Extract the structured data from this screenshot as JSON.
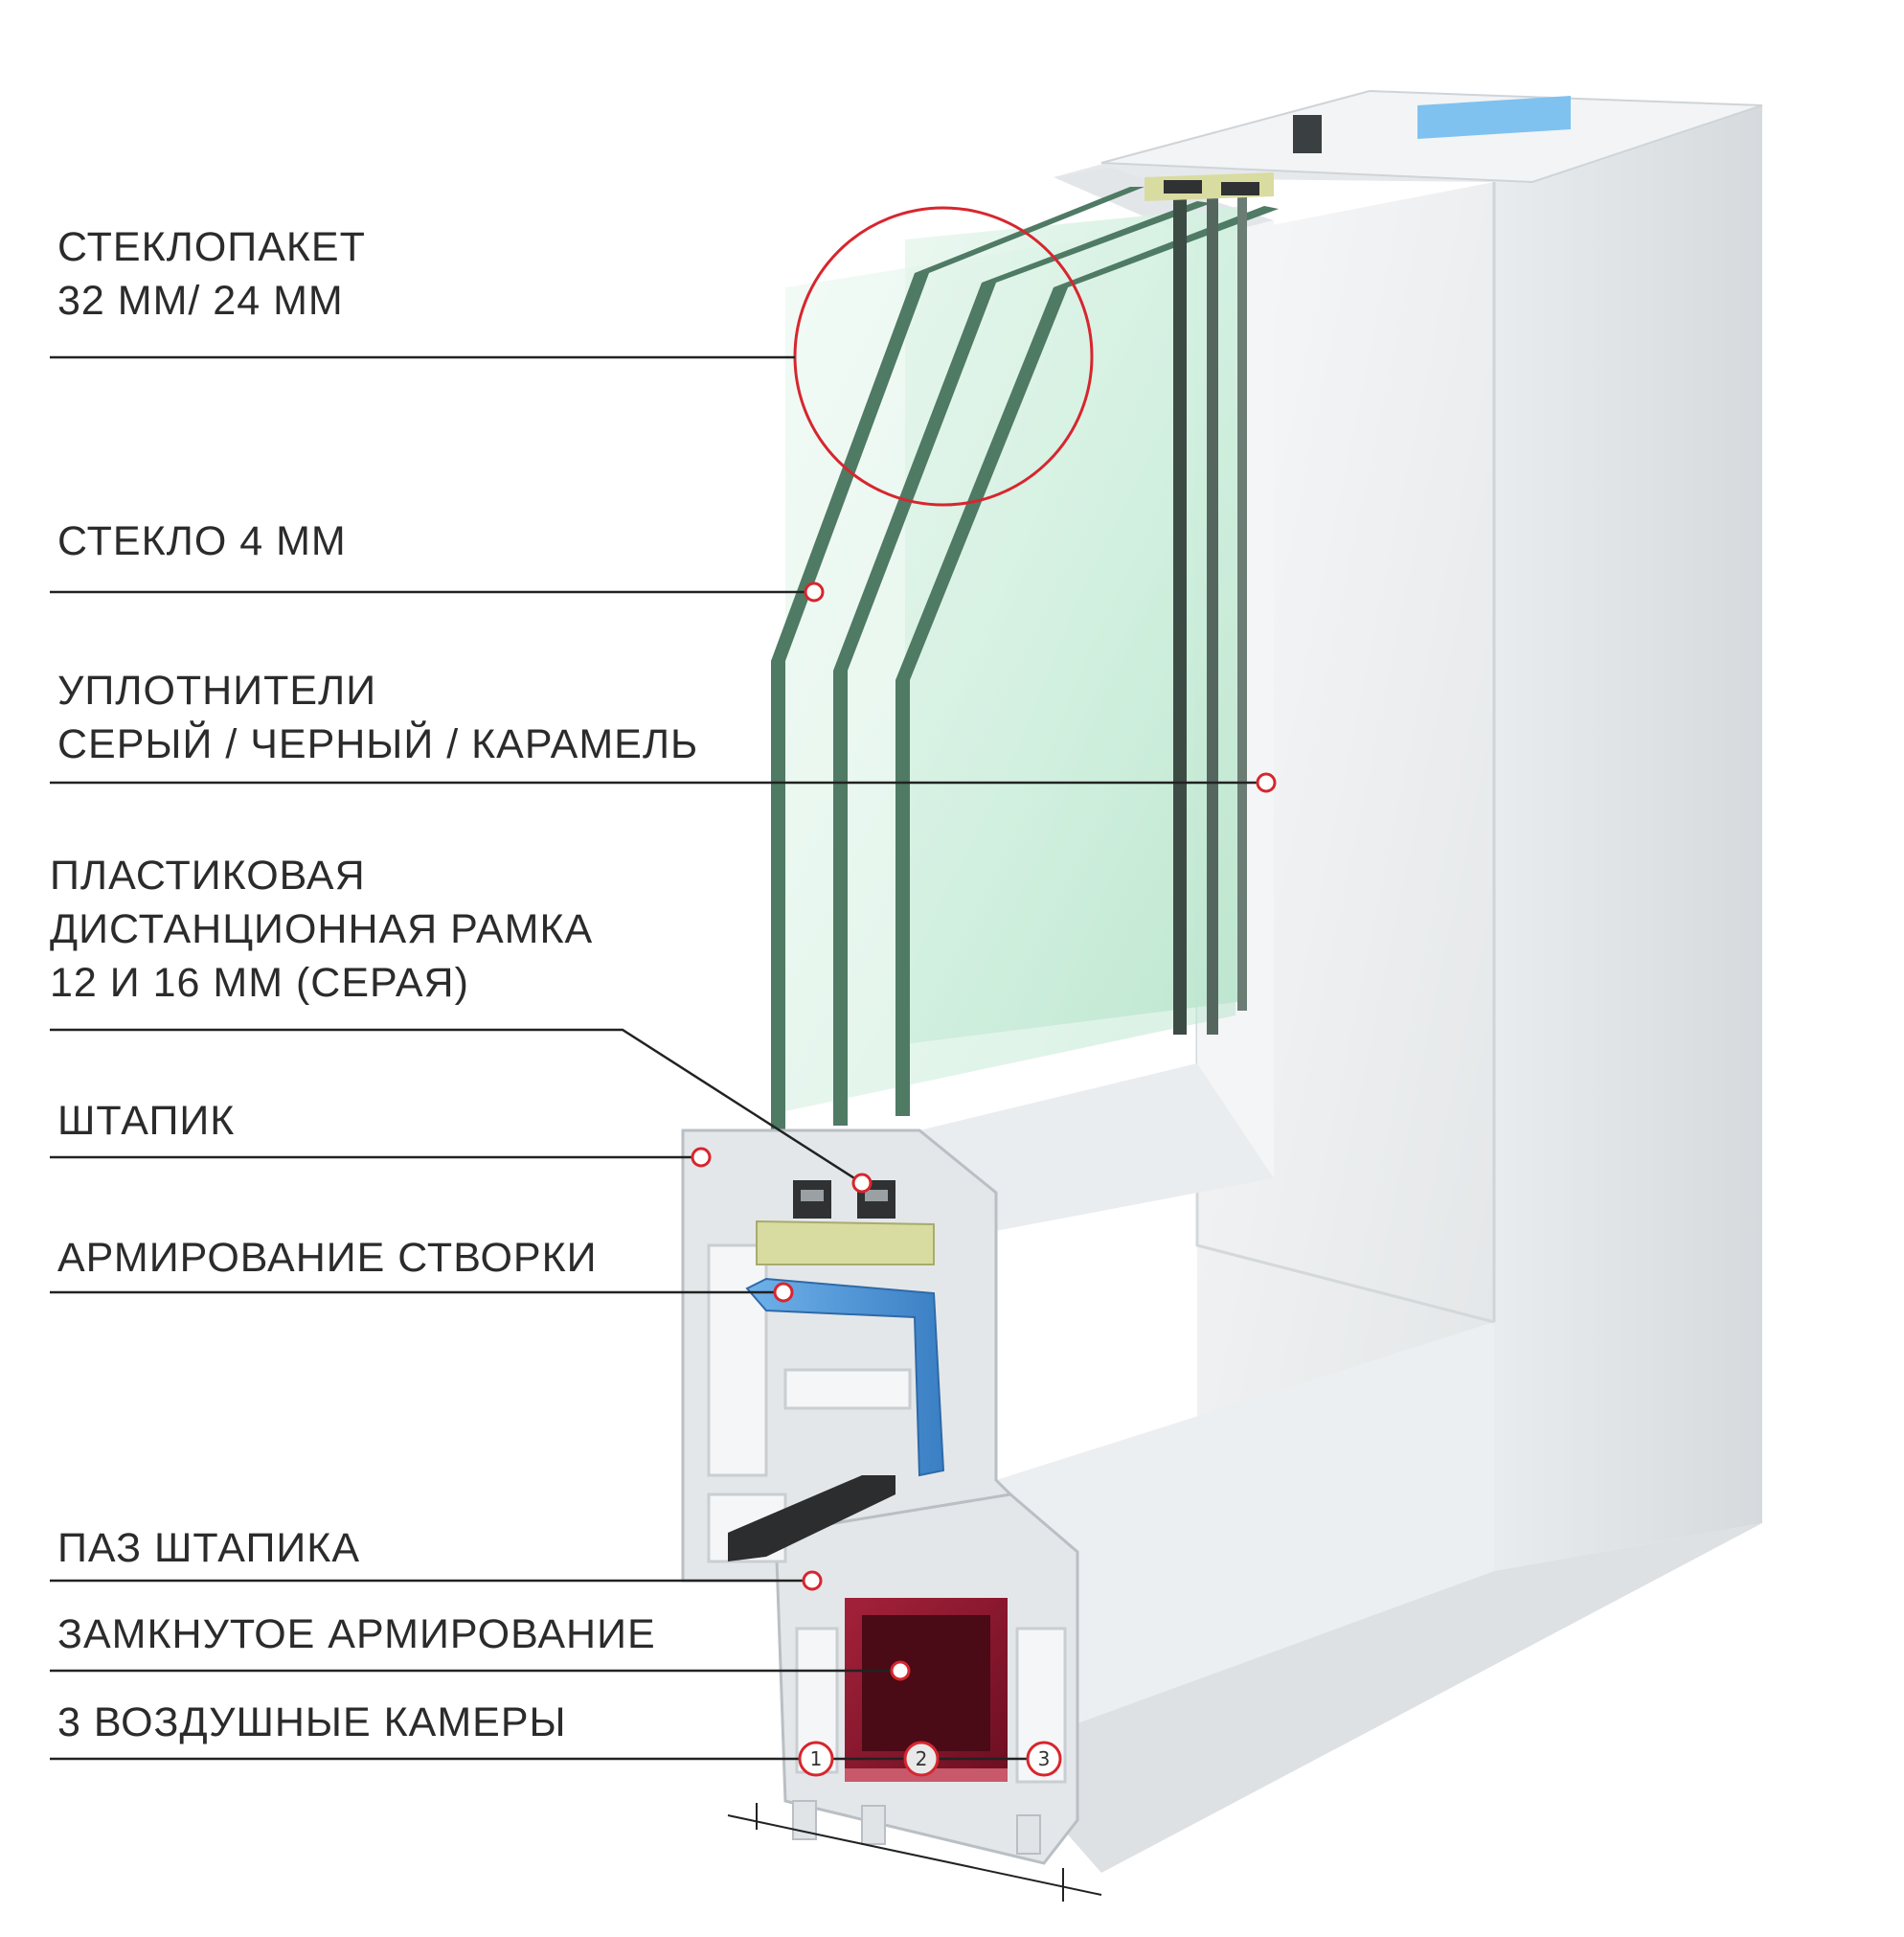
{
  "labels": {
    "glass_unit": [
      "СТЕКЛОПАКЕТ",
      "32 ММ/ 24 ММ"
    ],
    "glass": [
      "СТЕКЛО 4 ММ"
    ],
    "seals": [
      "УПЛОТНИТЕЛИ",
      "СЕРЫЙ / ЧЕРНЫЙ / КАРАМЕЛЬ"
    ],
    "spacer": [
      "ПЛАСТИКОВАЯ",
      "ДИСТАНЦИОННАЯ РАМКА",
      "12 И 16 ММ (СЕРАЯ)"
    ],
    "bead": [
      "ШТАПИК"
    ],
    "sash_reinforcement": [
      "АРМИРОВАНИЕ СТВОРКИ"
    ],
    "bead_groove": [
      "ПАЗ ШТАПИКА"
    ],
    "closed_reinforcement": [
      "ЗАМКНУТОЕ АРМИРОВАНИЕ"
    ],
    "air_chambers": [
      "3 ВОЗДУШНЫЕ КАМЕРЫ"
    ]
  },
  "chamber_numbers": [
    "1",
    "2",
    "3"
  ],
  "colors": {
    "text": "#2b2b2b",
    "leader_line": "#222222",
    "accent_red": "#d7262e",
    "reinforcement_closed": "#8a1828",
    "reinforcement_sash": "#4a8fd0",
    "glass_edge": "#4f7a64",
    "glass_tint": "#d6f0e2",
    "pvc": "#eef0f1",
    "seal_caramel": "#d9dca0"
  }
}
